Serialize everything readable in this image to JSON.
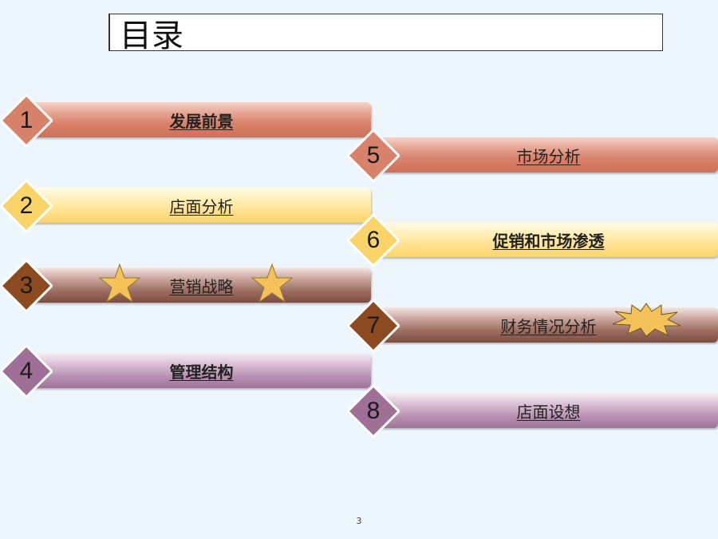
{
  "title": "目录",
  "items": [
    {
      "number": "1",
      "label": "发展前景",
      "bold": true
    },
    {
      "number": "2",
      "label": "店面分析",
      "bold": false
    },
    {
      "number": "3",
      "label": "营销战略",
      "bold": false
    },
    {
      "number": "4",
      "label": "管理结构",
      "bold": true
    },
    {
      "number": "5",
      "label": "市场分析",
      "bold": false
    },
    {
      "number": "6",
      "label": "促销和市场渗透",
      "bold": true
    },
    {
      "number": "7",
      "label": "财务情况分析",
      "bold": false
    },
    {
      "number": "8",
      "label": "店面设想",
      "bold": false
    }
  ],
  "colors": {
    "salmon": "#d9826b",
    "yellow": "#fbd469",
    "brown": "#8b4a1f",
    "purple": "#9f6f97",
    "star": "#f5c25a"
  },
  "page_number": "3"
}
